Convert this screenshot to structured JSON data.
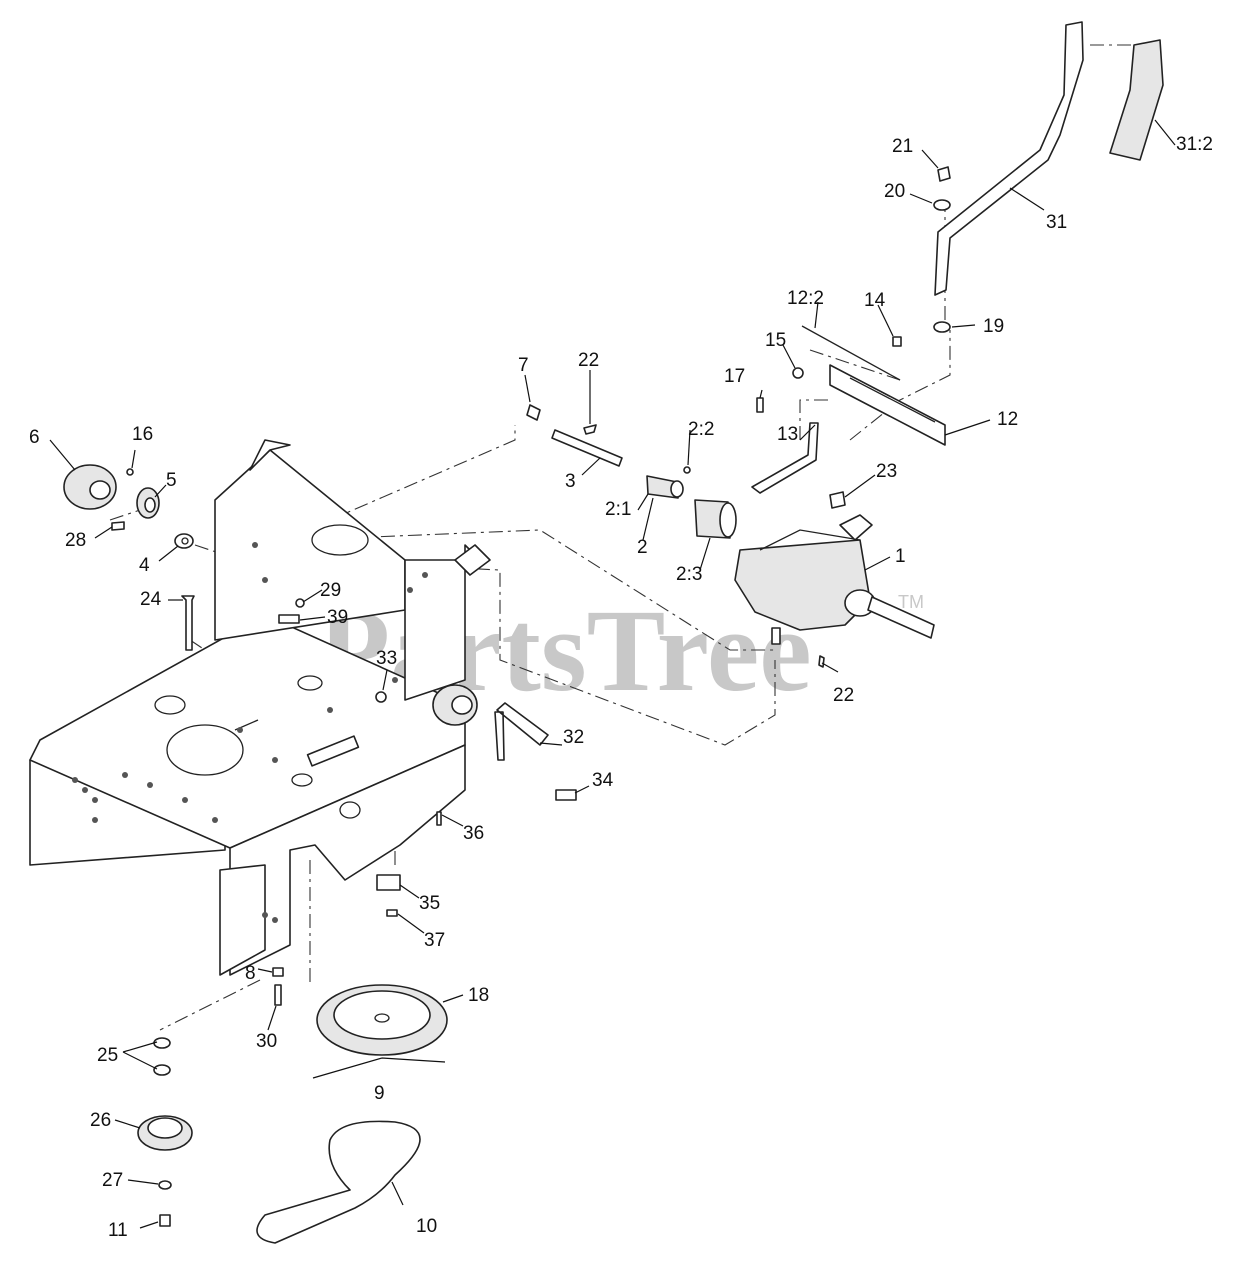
{
  "watermark": {
    "text": "PartsTree",
    "trademark": "TM"
  },
  "labels": {
    "l1": "1",
    "l2": "2",
    "l2_1": "2:1",
    "l2_2": "2:2",
    "l2_3": "2:3",
    "l3": "3",
    "l4": "4",
    "l5": "5",
    "l6": "6",
    "l7": "7",
    "l8": "8",
    "l9": "9",
    "l10": "10",
    "l11": "11",
    "l12": "12",
    "l12_2": "12:2",
    "l13": "13",
    "l14": "14",
    "l15": "15",
    "l16": "16",
    "l17": "17",
    "l18": "18",
    "l19": "19",
    "l20": "20",
    "l21": "21",
    "l22a": "22",
    "l22b": "22",
    "l23": "23",
    "l24": "24",
    "l25": "25",
    "l26": "26",
    "l27": "27",
    "l28": "28",
    "l29": "29",
    "l30": "30",
    "l31": "31",
    "l31_2": "31:2",
    "l32": "32",
    "l33": "33",
    "l34": "34",
    "l35": "35",
    "l36": "36",
    "l37": "37",
    "l39": "39"
  }
}
